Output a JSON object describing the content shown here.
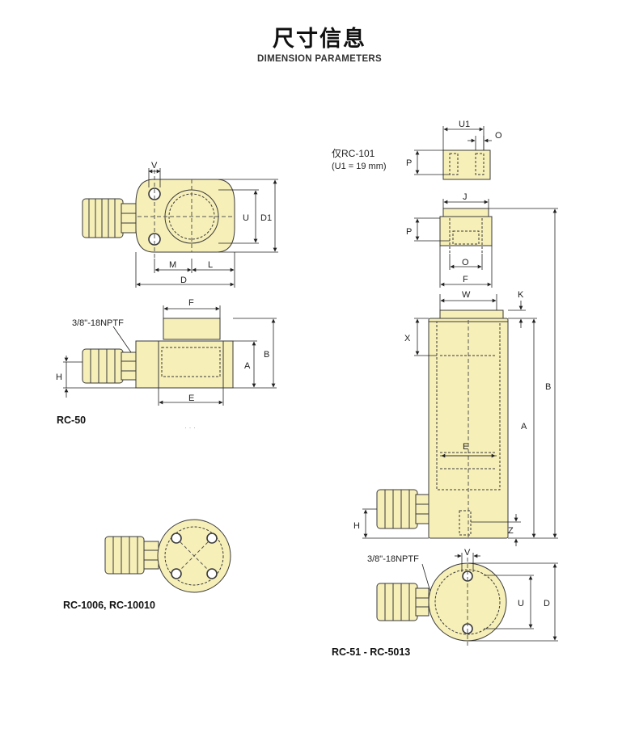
{
  "header": {
    "title": "尺寸信息",
    "subtitle": "DIMENSION PARAMETERS"
  },
  "colors": {
    "body_fill": "#f7efb8",
    "outline": "#3a3a3a",
    "dash": "#555555",
    "ring": "#333333"
  },
  "rc50": {
    "model": "RC-50",
    "thread": "3/8\"-18NPTF",
    "labels": {
      "v": "V",
      "u": "U",
      "d1": "D1",
      "m": "M",
      "l": "L",
      "d": "D",
      "f": "F",
      "b": "B",
      "a": "A",
      "e": "E",
      "h": "H"
    },
    "dots": "· · ·"
  },
  "rc1006": {
    "model": "RC-1006, RC-10010"
  },
  "rc51": {
    "model": "RC-51 - RC-5013",
    "only_note": "仅RC-101",
    "u1_note": "(U1 = 19 mm)",
    "thread": "3/8\"-18NPTF",
    "labels": {
      "u1": "U1",
      "o": "O",
      "p": "P",
      "j": "J",
      "f": "F",
      "w": "W",
      "k": "K",
      "x": "X",
      "e": "E",
      "b": "B",
      "a": "A",
      "h": "H",
      "z": "Z",
      "v": "V",
      "u": "U",
      "d": "D"
    }
  }
}
